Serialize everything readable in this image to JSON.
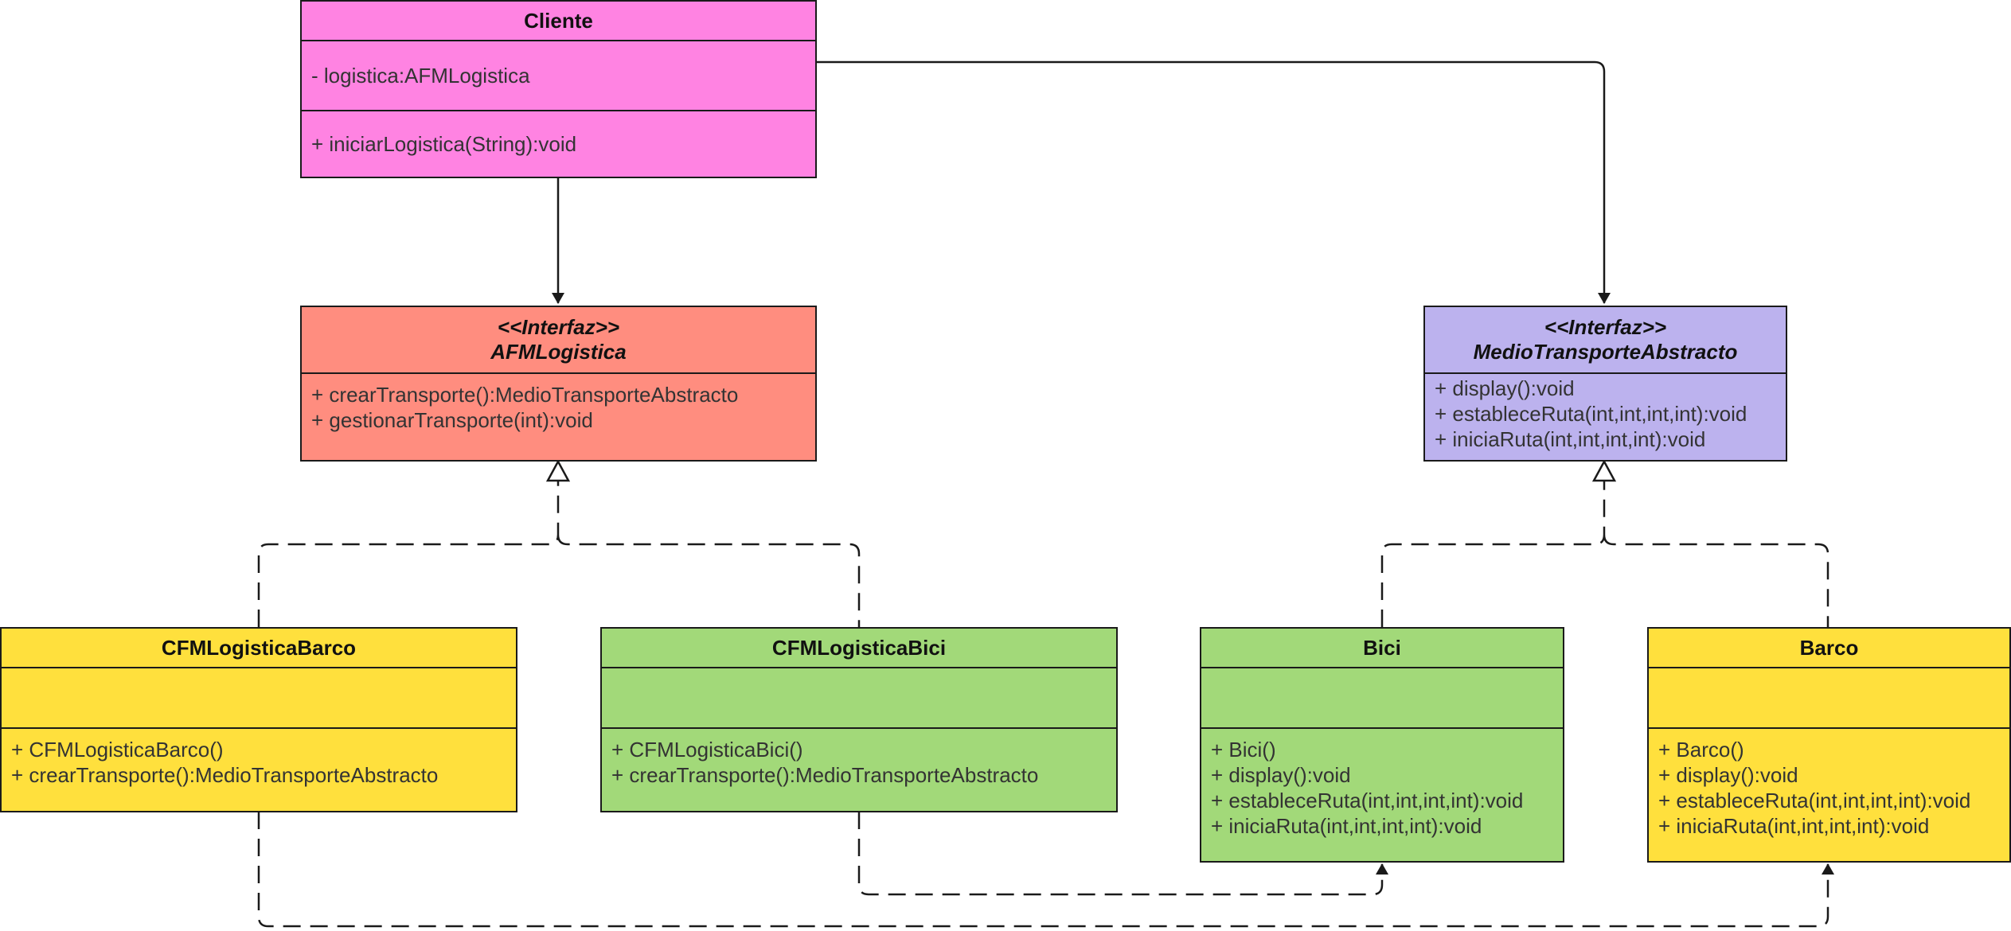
{
  "colors": {
    "cliente": "#ff83e2",
    "afm": "#ff8d7f",
    "medio": "#bcb2ee",
    "yellow": "#ffe03d",
    "green": "#a2d979",
    "line": "#1a1a1a"
  },
  "classes": {
    "cliente": {
      "name": "Cliente",
      "attributes": [
        "- logistica:AFMLogistica"
      ],
      "methods": [
        "+ iniciarLogistica(String):void"
      ]
    },
    "afm": {
      "stereotype": "<<Interfaz>>",
      "name": "AFMLogistica",
      "methods": [
        "+ crearTransporte():MedioTransporteAbstracto",
        "+ gestionarTransporte(int):void"
      ]
    },
    "medio": {
      "stereotype": "<<Interfaz>>",
      "name": "MedioTransporteAbstracto",
      "methods": [
        "+ display():void",
        "+ estableceRuta(int,int,int,int):void",
        "+ iniciaRuta(int,int,int,int):void"
      ]
    },
    "cfmBarco": {
      "name": "CFMLogisticaBarco",
      "methods": [
        "+ CFMLogisticaBarco()",
        "+ crearTransporte():MedioTransporteAbstracto"
      ]
    },
    "cfmBici": {
      "name": "CFMLogisticaBici",
      "methods": [
        "+ CFMLogisticaBici()",
        "+ crearTransporte():MedioTransporteAbstracto"
      ]
    },
    "bici": {
      "name": "Bici",
      "methods": [
        "+ Bici()",
        "+ display():void",
        "+ estableceRuta(int,int,int,int):void",
        "+ iniciaRuta(int,int,int,int):void"
      ]
    },
    "barco": {
      "name": "Barco",
      "methods": [
        "+ Barco()",
        "+ display():void",
        "+ estableceRuta(int,int,int,int):void",
        "+ iniciaRuta(int,int,int,int):void"
      ]
    }
  }
}
